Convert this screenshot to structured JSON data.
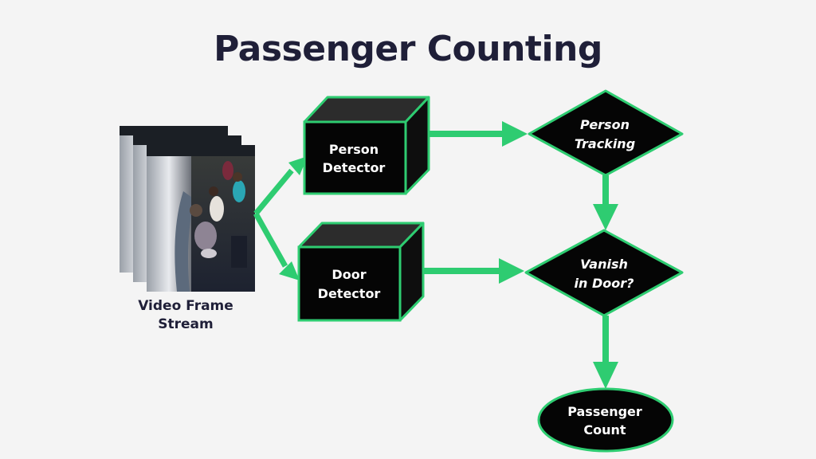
{
  "title": "Passenger Counting",
  "video_stream": {
    "line1": "Video Frame",
    "line2": "Stream"
  },
  "person_detector": {
    "line1": "Person",
    "line2": "Detector"
  },
  "door_detector": {
    "line1": "Door",
    "line2": "Detector"
  },
  "person_tracking": {
    "line1": "Person",
    "line2": "Tracking"
  },
  "vanish_in_door": {
    "line1": "Vanish",
    "line2": "in Door?"
  },
  "passenger_count": {
    "line1": "Passenger",
    "line2": "Count"
  },
  "colors": {
    "accent": "#2ecc71",
    "node_fill": "#050505",
    "title": "#1f1f38",
    "background": "#f4f4f4"
  }
}
